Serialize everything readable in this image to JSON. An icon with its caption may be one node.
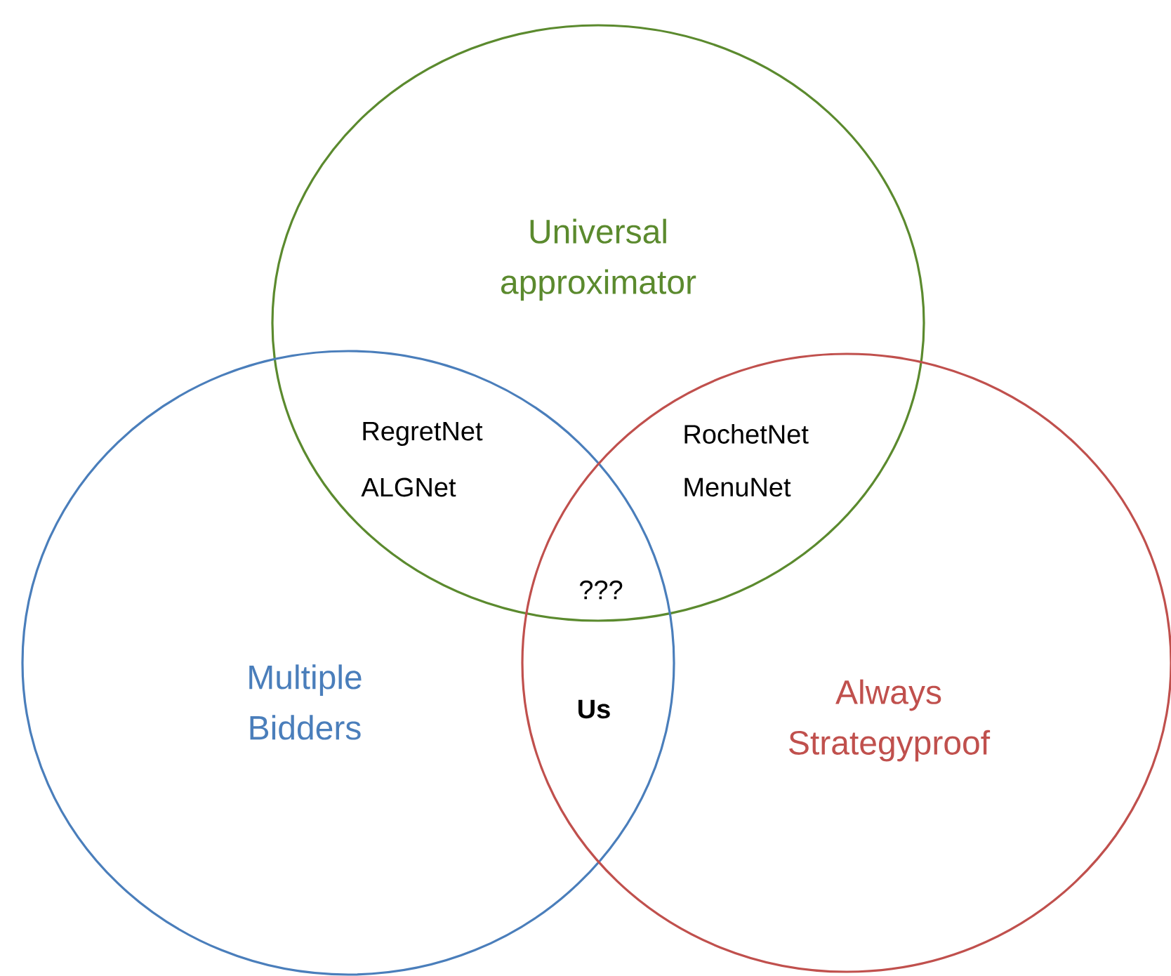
{
  "diagram": {
    "nodes": [
      {
        "text": [
          "Universal approximator"
        ]
      },
      {
        "text": [
          "Multiple Bidders"
        ]
      },
      {
        "text": [
          "Always Strategyproof"
        ]
      }
    ],
    "labels": [
      "RegretNet",
      "ALGNet",
      "RochetNet",
      "MenuNet",
      "???",
      "Us"
    ]
  }
}
